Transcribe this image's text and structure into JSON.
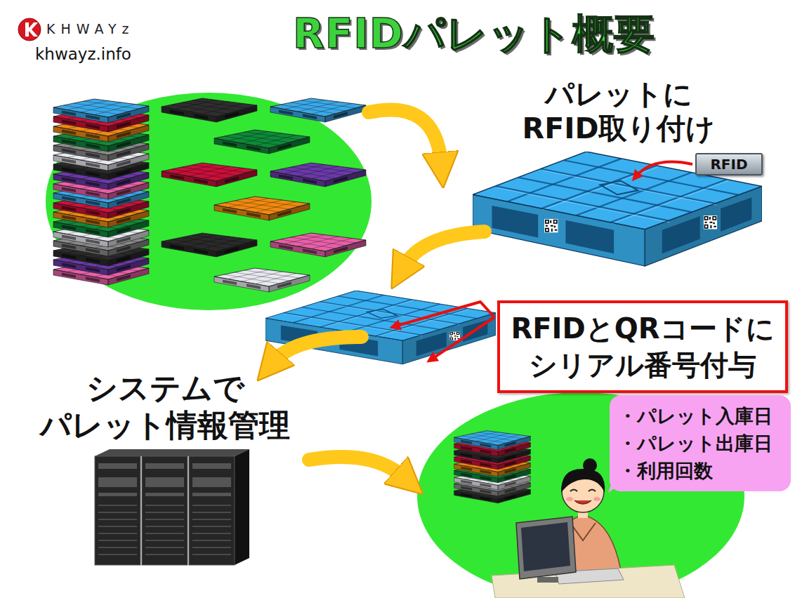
{
  "diagram": {
    "title": "RFIDパレット概要",
    "nodes": [
      {
        "text": [
          "パレットに RFID取り付け"
        ]
      },
      {
        "text": [
          "RFID"
        ],
        "in": 0
      },
      {
        "text": [
          "RFIDとQRコードに シリアル番号付与"
        ]
      },
      {
        "text": [
          "システムで パレット情報管理"
        ]
      },
      {
        "text": [
          "・パレット入庫日",
          "・パレット出庫日",
          "・利用回数"
        ]
      }
    ],
    "labels": [
      "KHWAYz",
      "khwayz.info"
    ]
  }
}
